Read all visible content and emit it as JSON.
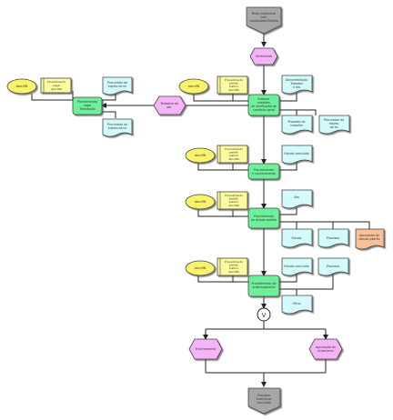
{
  "title": "",
  "diagram": {
    "start_event": [
      "Posto tradicional",
      "com",
      "combustível/Gestão"
    ],
    "event_a": [
      "Sentimento"
    ],
    "event_left": [
      "Tentativa de",
      "dar"
    ],
    "left_func": [
      "Procedimento",
      "Legal",
      "Tramitação"
    ],
    "left_actor_oval": [
      "ator-MN"
    ],
    "left_actor_box": [
      "Procedimento",
      "Legal",
      "ator-MN"
    ],
    "left_doc_top": [
      "Procurador do",
      "trajeto da lei"
    ],
    "left_doc_bottom": [
      "Procurador do",
      "trajeto da lei"
    ],
    "f1": [
      "Elaborar",
      "medidas",
      "de verificação de",
      "condição geral"
    ],
    "f1_oval": [
      "ator-MN"
    ],
    "f1_box": [
      "Procedimento",
      "padrão",
      "publico",
      "ator-MN"
    ],
    "f1_doc_top": [
      "Documentação",
      "Tratados",
      "e leis"
    ],
    "f1_doc_1": [
      "Proposta de",
      "trabalho"
    ],
    "f1_doc_2": [
      "Procurador do",
      "trajeto",
      "da lei"
    ],
    "f2": [
      "Procedimento",
      "e conhecimento"
    ],
    "f2_oval": [
      "ator-MN"
    ],
    "f2_box": [
      "Procedimento",
      "padrão",
      "publico",
      "ator-MN"
    ],
    "f2_doc": [
      "Estudo concluído"
    ],
    "f3": [
      "Procedimento",
      "de estudo padrão"
    ],
    "f3_oval": [
      "ator-MN"
    ],
    "f3_box": [
      "Procedimento",
      "padrão",
      "publico",
      "ator-MN"
    ],
    "f3_doc_top": [
      "Ata"
    ],
    "f3_doc_1": [
      "Estudo"
    ],
    "f3_doc_2": [
      "Processo"
    ],
    "f3_risk": [
      "Aprovação de",
      "estudo padrão"
    ],
    "f4": [
      "Procedimento de",
      "endereçamento"
    ],
    "f4_oval": [
      "ator-MN"
    ],
    "f4_box": [
      "Procedimento",
      "padrão",
      "publico",
      "ator-MN"
    ],
    "f4_doc_1": [
      "Estudo concluído"
    ],
    "f4_doc_2": [
      "Processo"
    ],
    "f4_doc_3": [
      "Ofício"
    ],
    "gateway": "V",
    "end_left": [
      "Encerramento"
    ],
    "end_right": [
      "Aprovação do",
      "orçamento"
    ],
    "end_event": [
      "Processo",
      "tradicional",
      "concluído"
    ]
  },
  "colors": {
    "event": "#f5b4f7",
    "function": "#6ef09a",
    "start": "#a6a6a6",
    "oval": "#f8f36a",
    "box": "#fdfba0",
    "doc": "#d3fbfb",
    "risk": "#f9c19a"
  }
}
